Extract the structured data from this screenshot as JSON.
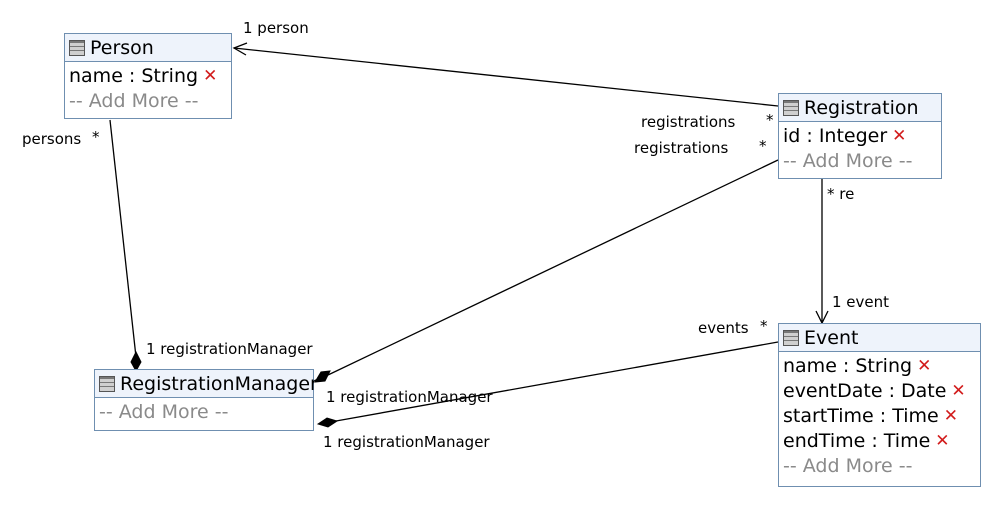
{
  "classes": {
    "person": {
      "name": "Person",
      "attributes": [
        {
          "label": "name : String"
        }
      ],
      "add_more": "-- Add More --"
    },
    "registration": {
      "name": "Registration",
      "attributes": [
        {
          "label": "id : Integer"
        }
      ],
      "add_more": "-- Add More --"
    },
    "event": {
      "name": "Event",
      "attributes": [
        {
          "label": "name : String"
        },
        {
          "label": "eventDate : Date"
        },
        {
          "label": "startTime : Time"
        },
        {
          "label": "endTime : Time"
        }
      ],
      "add_more": "-- Add More --"
    },
    "registration_manager": {
      "name": "RegistrationManager",
      "attributes": [],
      "add_more": "-- Add More --"
    }
  },
  "delete_glyph": "✕",
  "labels": {
    "one_person": "1 person",
    "registrations_a": "registrations",
    "star_a": "*",
    "registrations_b": "registrations",
    "star_b": "*",
    "persons": "persons",
    "star_persons": "*",
    "star_re": "* re",
    "one_event": "1 event",
    "events": "events",
    "star_events": "*",
    "rm_near_person": "1 registrationManager",
    "rm_near_registration": "1 registrationManager",
    "rm_near_event": "1 registrationManager"
  }
}
